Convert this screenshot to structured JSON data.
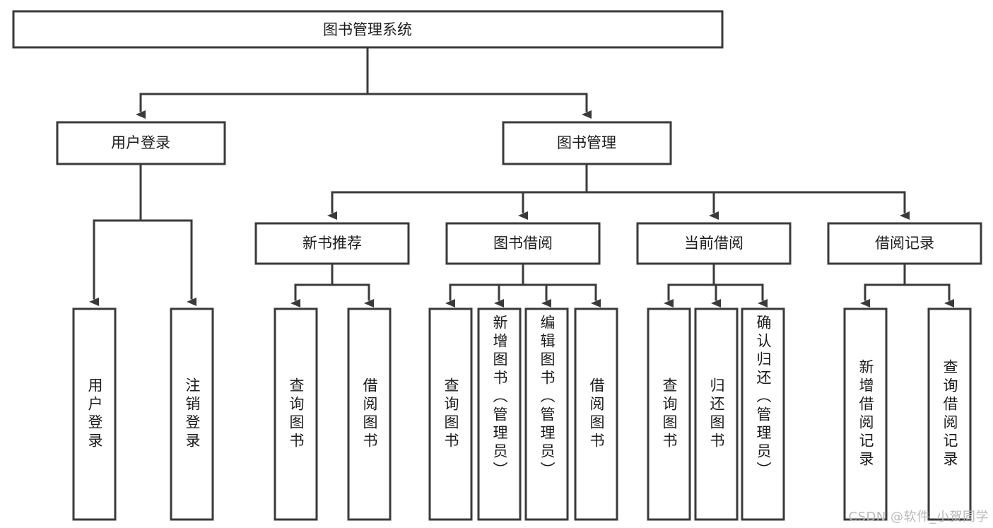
{
  "diagram": {
    "title": "图书管理系统",
    "type": "tree-hierarchy-chart",
    "watermark": "CSDN @软件_小贺同学",
    "colors": {
      "box_stroke": "#3a3a3a",
      "box_fill": "#ffffff",
      "connector": "#3a3a3a",
      "text": "#1b1b1b",
      "watermark": "#b9b9b9",
      "background": "#ffffff"
    },
    "root": {
      "label": "图书管理系统"
    },
    "level2": [
      {
        "label": "用户登录"
      },
      {
        "label": "图书管理"
      }
    ],
    "level3": [
      {
        "label": "新书推荐"
      },
      {
        "label": "图书借阅"
      },
      {
        "label": "当前借阅"
      },
      {
        "label": "借阅记录"
      }
    ],
    "leaves": {
      "user_login": [
        {
          "label": "用户登录"
        },
        {
          "label": "注销登录"
        }
      ],
      "new_book_recommend": [
        {
          "label": "查询图书"
        },
        {
          "label": "借阅图书"
        }
      ],
      "book_borrow": [
        {
          "label": "查询图书"
        },
        {
          "label": "新增图书（管理员）"
        },
        {
          "label": "编辑图书（管理员）"
        },
        {
          "label": "借阅图书"
        }
      ],
      "current_borrow": [
        {
          "label": "查询图书"
        },
        {
          "label": "归还图书"
        },
        {
          "label": "确认归还（管理员）"
        }
      ],
      "borrow_record": [
        {
          "label": "新增借阅记录"
        },
        {
          "label": "查询借阅记录"
        }
      ]
    }
  }
}
